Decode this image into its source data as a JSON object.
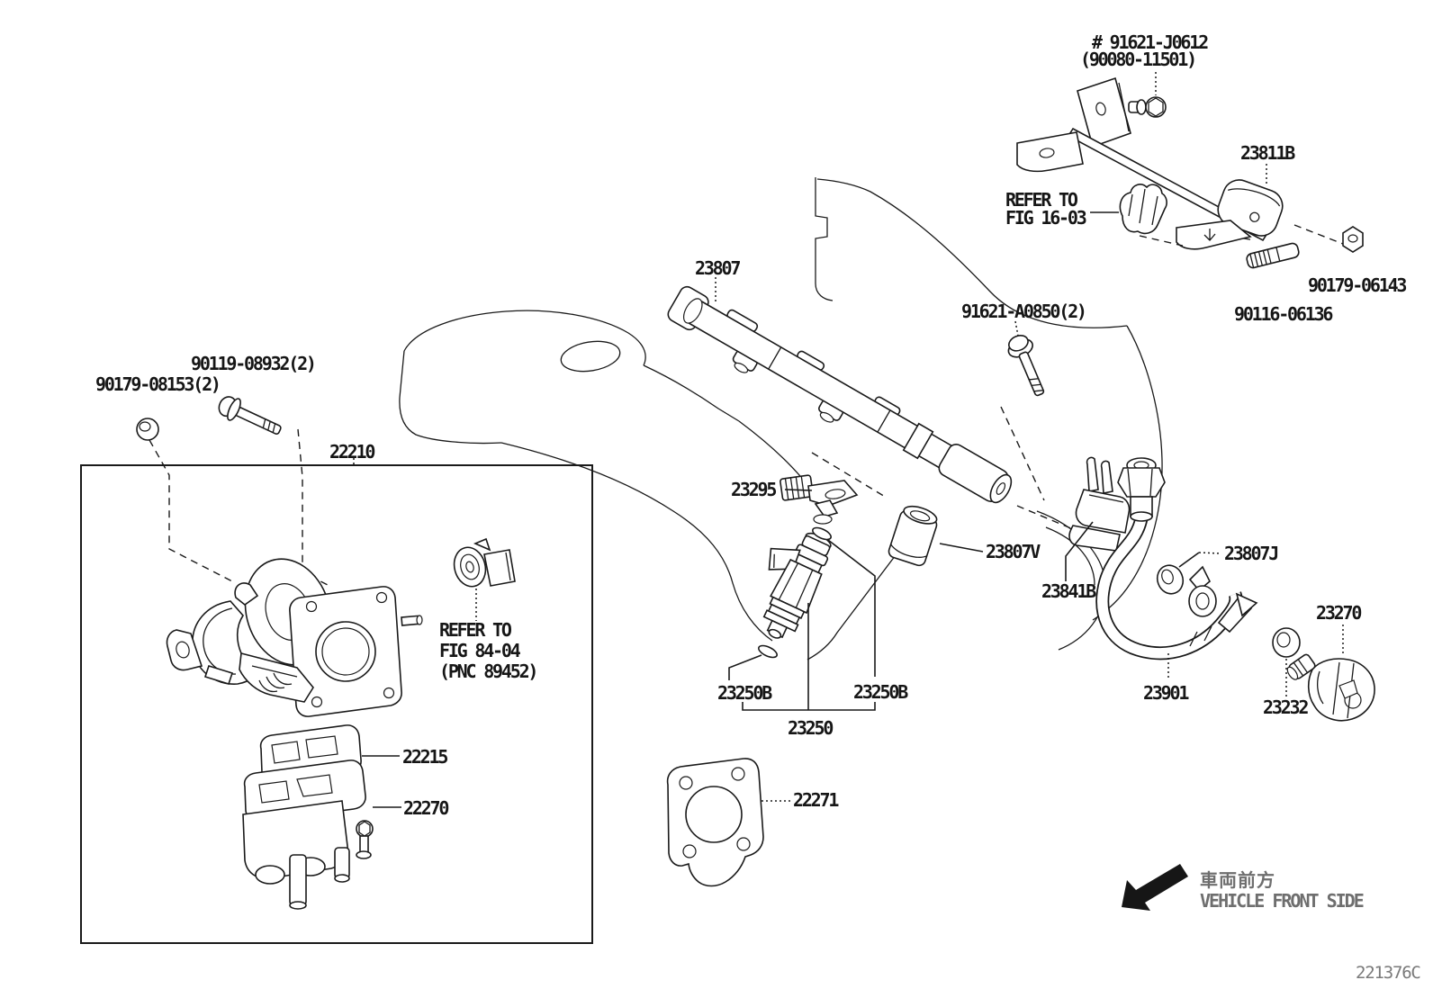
{
  "diagram": {
    "doc_code": "221376C",
    "front": {
      "jp": "車両前方",
      "en": "VEHICLE FRONT SIDE"
    },
    "labels": [
      {
        "id": "bolt-91621-J0612",
        "text": "# 91621-J0612"
      },
      {
        "id": "bolt-90080-11501",
        "text": "(90080-11501)"
      },
      {
        "id": "damper-23811B",
        "text": "23811B"
      },
      {
        "id": "refer-16-03-line1",
        "text": "REFER TO"
      },
      {
        "id": "refer-16-03-line2",
        "text": "FIG 16-03"
      },
      {
        "id": "nut-90179-06143",
        "text": "90179-06143"
      },
      {
        "id": "stud-90116-06136",
        "text": "90116-06136"
      },
      {
        "id": "fuel-rail-23807",
        "text": "23807"
      },
      {
        "id": "bolt-91621-A0850",
        "text": "91621-A0850(2)"
      },
      {
        "id": "valve-23295",
        "text": "23295"
      },
      {
        "id": "damper-23807V",
        "text": "23807V"
      },
      {
        "id": "clamp-23841B",
        "text": "23841B"
      },
      {
        "id": "ring-23807J",
        "text": "23807J"
      },
      {
        "id": "regulator-23270",
        "text": "23270"
      },
      {
        "id": "hose-23901",
        "text": "23901"
      },
      {
        "id": "washer-23232",
        "text": "23232"
      },
      {
        "id": "oring-23250B-left",
        "text": "23250B"
      },
      {
        "id": "oring-23250B-right",
        "text": "23250B"
      },
      {
        "id": "injector-23250",
        "text": "23250"
      },
      {
        "id": "gasket-22271",
        "text": "22271"
      },
      {
        "id": "nut-90179-08153",
        "text": "90179-08153(2)"
      },
      {
        "id": "bolt-90119-08932",
        "text": "90119-08932(2)"
      },
      {
        "id": "throttle-body-22210",
        "text": "22210"
      },
      {
        "id": "refer-84-04-line1",
        "text": "REFER TO"
      },
      {
        "id": "refer-84-04-line2",
        "text": "FIG 84-04"
      },
      {
        "id": "refer-84-04-line3",
        "text": "(PNC 89452)"
      },
      {
        "id": "gasket-22215",
        "text": "22215"
      },
      {
        "id": "iac-valve-22270",
        "text": "22270"
      }
    ]
  }
}
